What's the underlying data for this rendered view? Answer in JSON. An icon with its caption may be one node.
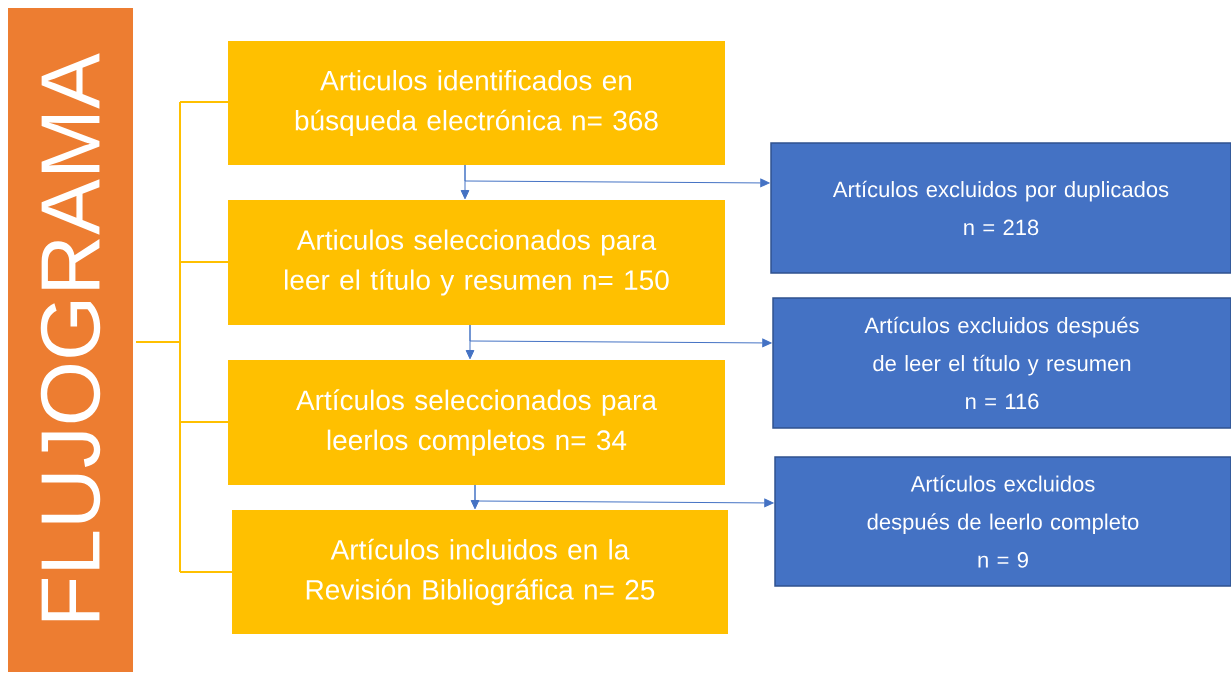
{
  "diagram": {
    "nodes": [
      {
        "text": [
          "FLUJOGRAMA"
        ]
      },
      {
        "text": [
          "Articulos identificados en búsqueda electrónica n= 368"
        ]
      },
      {
        "text": [
          "Articulos seleccionados para leer el título y resumen n= 150"
        ]
      },
      {
        "text": [
          "Artículos seleccionados para leerlos completos n= 34"
        ]
      },
      {
        "text": [
          "Artículos incluidos en la Revisión Bibliográfica n= 25"
        ]
      },
      {
        "text": [
          "Artículos excluidos por duplicados",
          "n = 218"
        ]
      },
      {
        "text": [
          "Artículos excluidos después de leer el título y resumen",
          "n = 116"
        ]
      },
      {
        "text": [
          "Artículos excluidos después de leerlo completo",
          "n = 9"
        ]
      }
    ],
    "edges": [
      {
        "from": 1,
        "to": 2,
        "arrow": "to"
      },
      {
        "from": 1,
        "to": 5,
        "arrow": "to"
      },
      {
        "from": 2,
        "to": 3,
        "arrow": "to"
      },
      {
        "from": 2,
        "to": 6,
        "arrow": "to"
      },
      {
        "from": 3,
        "to": 4,
        "arrow": "to"
      },
      {
        "from": 3,
        "to": 7,
        "arrow": "to"
      }
    ]
  }
}
